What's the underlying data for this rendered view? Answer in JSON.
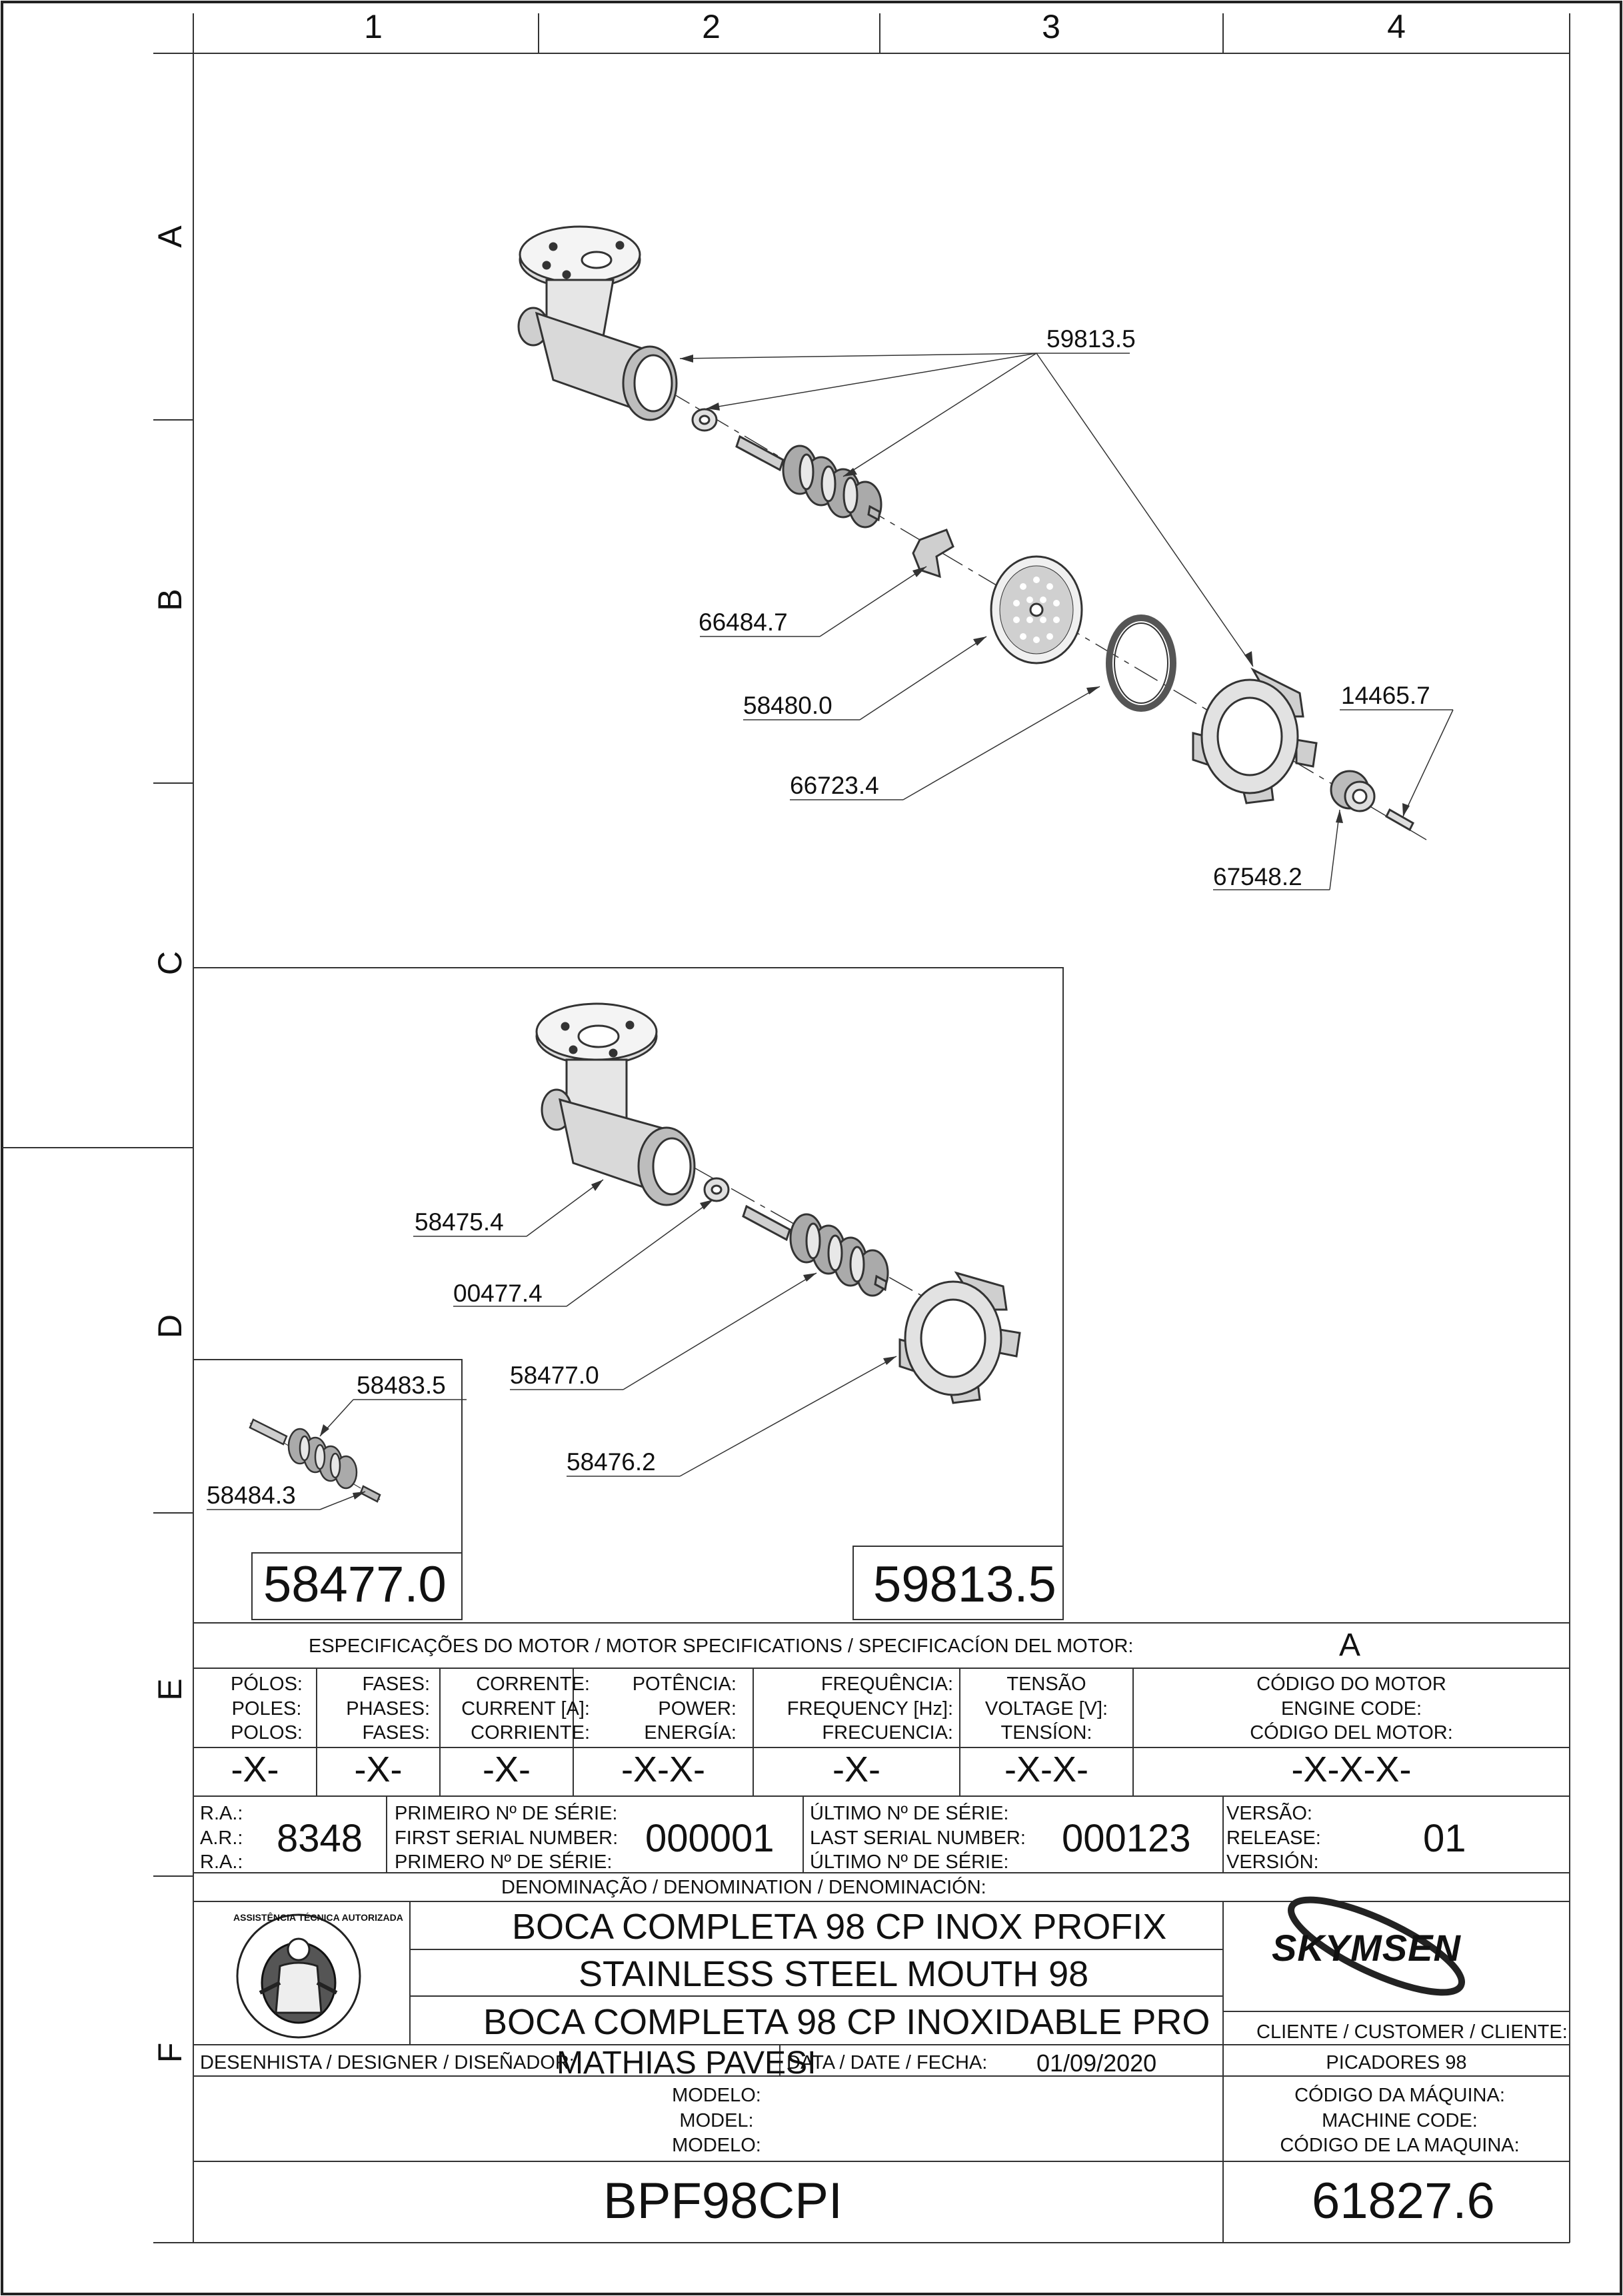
{
  "grid": {
    "columns": [
      "1",
      "2",
      "3",
      "4"
    ],
    "rows": [
      "A",
      "B",
      "C",
      "D",
      "E",
      "F"
    ]
  },
  "callouts": {
    "main": [
      "59813.5",
      "66484.7",
      "58480.0",
      "66723.4",
      "14465.7",
      "67548.2"
    ],
    "sub_assembly": [
      "58475.4",
      "00477.4",
      "58477.0",
      "58476.2"
    ],
    "screw_detail": [
      "58483.5",
      "58484.3"
    ]
  },
  "view_titles": {
    "screw": "58477.0",
    "mouth": "59813.5"
  },
  "motor_specs": {
    "header": "ESPECIFICAÇÕES DO MOTOR / MOTOR SPECIFICATIONS / SPECIFICACÍON DEL MOTOR:",
    "class_value": "A",
    "columns": [
      {
        "l1": "PÓLOS:",
        "l2": "POLES:",
        "l3": "POLOS:",
        "value": "-X-"
      },
      {
        "l1": "FASES:",
        "l2": "PHASES:",
        "l3": "FASES:",
        "value": "-X-"
      },
      {
        "l1": "CORRENTE:",
        "l2": "CURRENT [A]:",
        "l3": "CORRIENTE:",
        "value": "-X-"
      },
      {
        "l1": "POTÊNCIA:",
        "l2": "POWER:",
        "l3": "ENERGÍA:",
        "value": "-X-X-"
      },
      {
        "l1": "FREQUÊNCIA:",
        "l2": "FREQUENCY [Hz]:",
        "l3": "FRECUENCIA:",
        "value": "-X-"
      },
      {
        "l1": "TENSÃO",
        "l2": "VOLTAGE [V]:",
        "l3": "TENSÍON:",
        "value": "-X-X-"
      },
      {
        "l1": "CÓDIGO DO MOTOR",
        "l2": "ENGINE CODE:",
        "l3": "CÓDIGO DEL MOTOR:",
        "value": "-X-X-X-"
      }
    ]
  },
  "record": {
    "ra_labels": [
      "R.A.:",
      "A.R.:",
      "R.A.:"
    ],
    "ra_value": "8348",
    "first_serial_labels": [
      "PRIMEIRO Nº DE SÉRIE:",
      "FIRST SERIAL NUMBER:",
      "PRIMERO Nº DE SÉRIE:"
    ],
    "first_serial": "000001",
    "last_serial_labels": [
      "ÚLTIMO Nº DE SÉRIE:",
      "LAST SERIAL NUMBER:",
      "ÚLTIMO Nº DE SÉRIE:"
    ],
    "last_serial": "000123",
    "version_labels": [
      "VERSÃO:",
      "RELEASE:",
      "VERSIÓN:"
    ],
    "version": "01"
  },
  "denomination": {
    "header": "DENOMINAÇÃO / DENOMINATION / DENOMINACIÓN:",
    "lines": [
      "BOCA COMPLETA 98 CP INOX PROFIX",
      "STAINLESS STEEL MOUTH 98",
      "BOCA COMPLETA 98 CP INOXIDABLE PRO"
    ]
  },
  "stamp": {
    "text": "ASSISTÊNCIA TÉCNICA AUTORIZADA"
  },
  "brand": {
    "logo_text": "SKYMSEN"
  },
  "client": {
    "label": "CLIENTE / CUSTOMER / CLIENTE:",
    "value": "PICADORES 98"
  },
  "designer": {
    "label": "DESENHISTA / DESIGNER / DISEÑADOR:",
    "value": "MATHIAS PAVESI"
  },
  "date": {
    "label": "DATA / DATE / FECHA:",
    "value": "01/09/2020"
  },
  "model": {
    "labels": [
      "MODELO:",
      "MODEL:",
      "MODELO:"
    ],
    "value": "BPF98CPI"
  },
  "machine_code": {
    "labels": [
      "CÓDIGO DA MÁQUINA:",
      "MACHINE CODE:",
      "CÓDIGO DE LA MAQUINA:"
    ],
    "value": "61827.6"
  }
}
